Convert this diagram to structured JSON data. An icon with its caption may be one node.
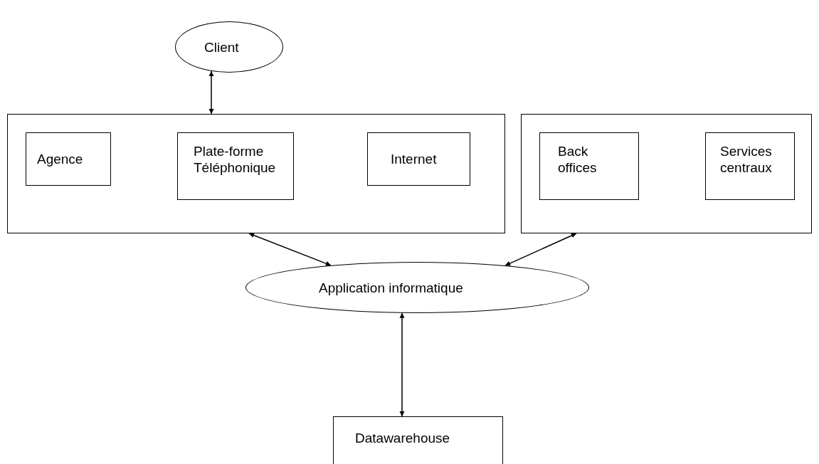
{
  "diagram": {
    "nodes": [
      {
        "text": [
          "Client"
        ]
      },
      {
        "text": [],
        "shape": "box"
      },
      {
        "text": [
          "Agence"
        ],
        "in": 1
      },
      {
        "text": [
          "Plate-forme Téléphonique"
        ],
        "in": 1
      },
      {
        "text": [
          "Internet"
        ],
        "in": 1
      },
      {
        "text": [],
        "shape": "box"
      },
      {
        "text": [
          "Back offices"
        ],
        "in": 5
      },
      {
        "text": [
          "Services centraux"
        ],
        "in": 5
      },
      {
        "text": [
          "Application informatique"
        ]
      },
      {
        "text": [
          "Datawarehouse"
        ]
      }
    ],
    "edges": [
      {
        "from": 0,
        "to": 1,
        "arrow": "both"
      },
      {
        "from": 1,
        "to": 8,
        "arrow": "both"
      },
      {
        "from": 5,
        "to": 8,
        "arrow": "both"
      },
      {
        "from": 8,
        "to": 9,
        "arrow": "both"
      }
    ]
  }
}
